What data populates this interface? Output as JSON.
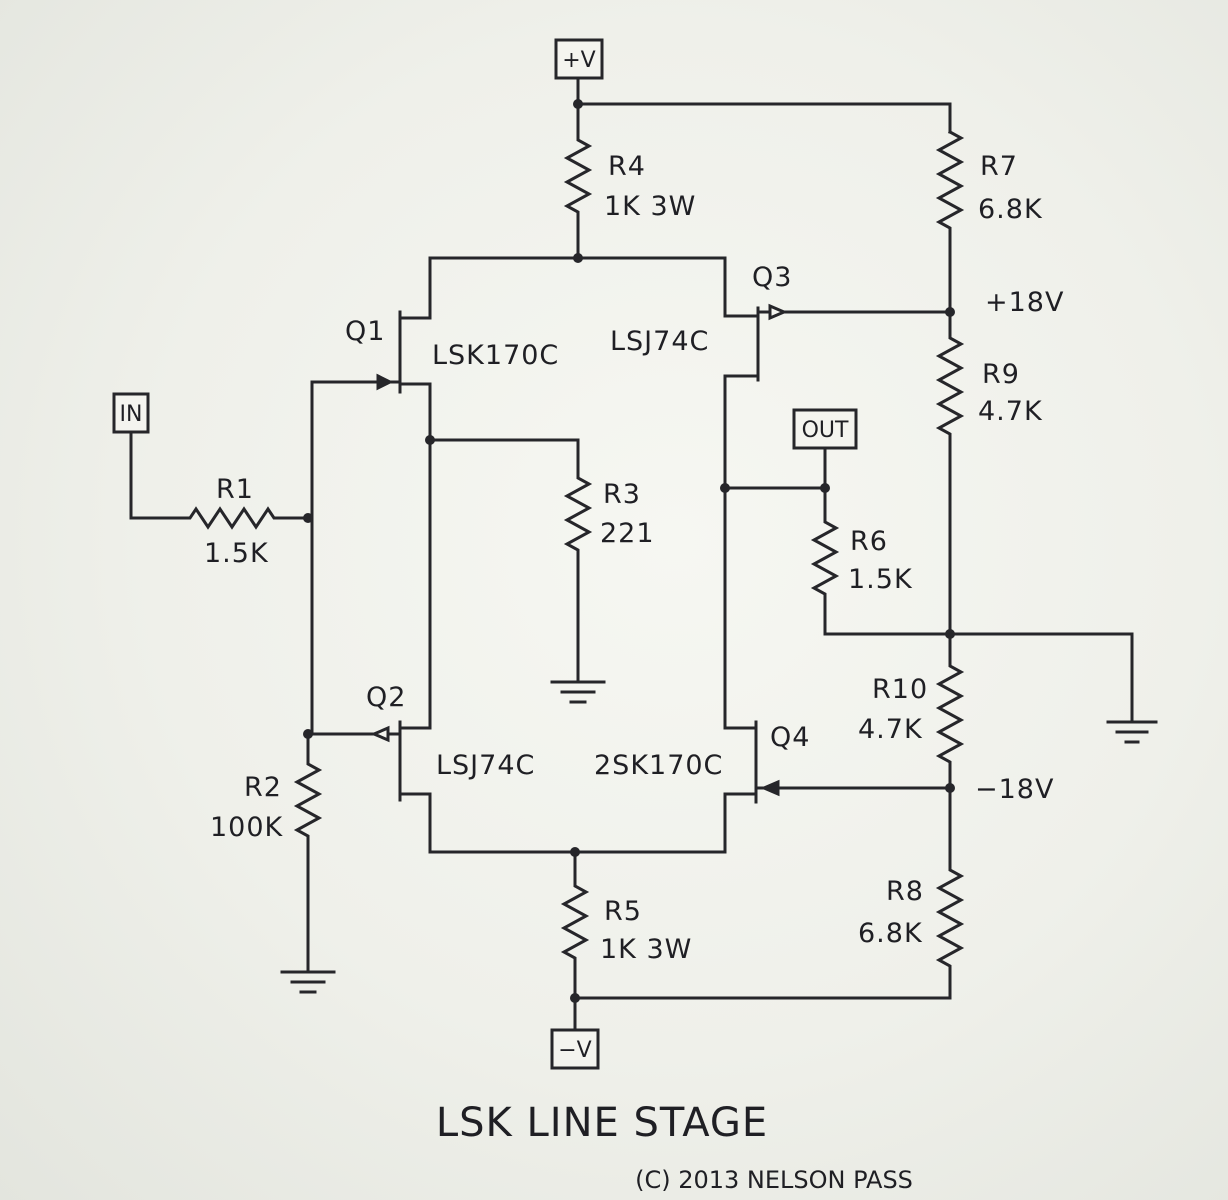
{
  "title": "LSK LINE STAGE",
  "copyright": "(C) 2013 NELSON PASS",
  "ports": {
    "pos_supply": "+V",
    "neg_supply": "−V",
    "input": "IN",
    "output": "OUT"
  },
  "rails": {
    "pos": "+18V",
    "neg": "−18V"
  },
  "resistors": {
    "r1": {
      "ref": "R1",
      "value": "1.5K"
    },
    "r2": {
      "ref": "R2",
      "value": "100K"
    },
    "r3": {
      "ref": "R3",
      "value": "221"
    },
    "r4": {
      "ref": "R4",
      "value": "1K 3W"
    },
    "r5": {
      "ref": "R5",
      "value": "1K 3W"
    },
    "r6": {
      "ref": "R6",
      "value": "1.5K"
    },
    "r7": {
      "ref": "R7",
      "value": "6.8K"
    },
    "r8": {
      "ref": "R8",
      "value": "6.8K"
    },
    "r9": {
      "ref": "R9",
      "value": "4.7K"
    },
    "r10": {
      "ref": "R10",
      "value": "4.7K"
    }
  },
  "transistors": {
    "q1": {
      "ref": "Q1",
      "part": "LSK170C"
    },
    "q2": {
      "ref": "Q2",
      "part": "LSJ74C"
    },
    "q3": {
      "ref": "Q3",
      "part": "LSJ74C"
    },
    "q4": {
      "ref": "Q4",
      "part": "2SK170C"
    }
  }
}
